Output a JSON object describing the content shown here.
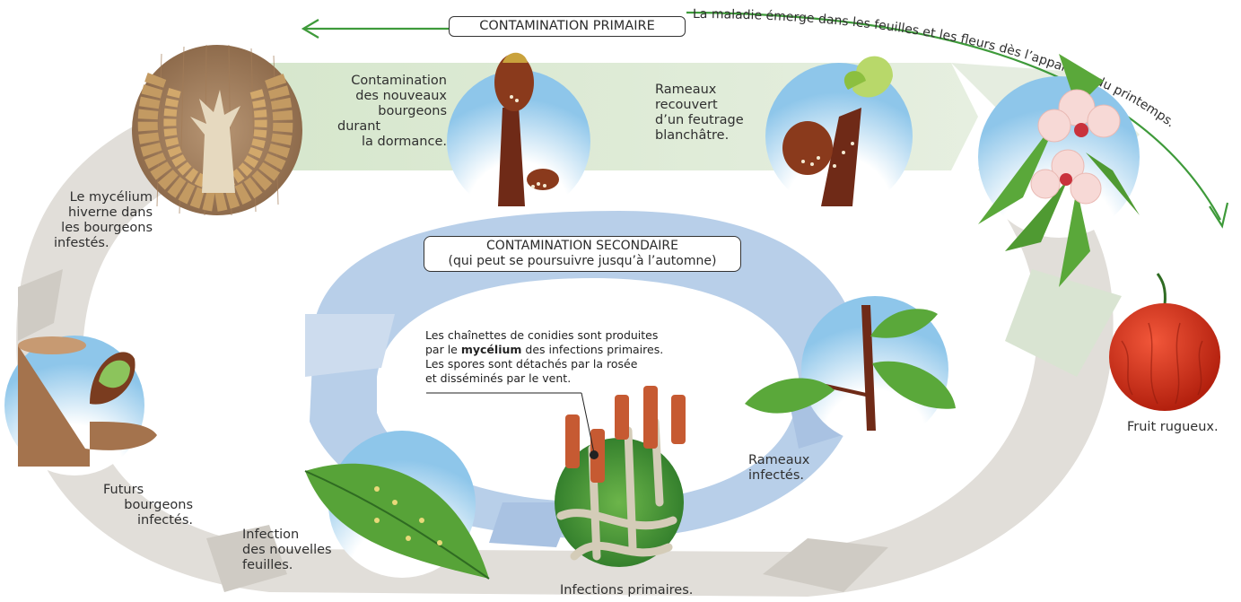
{
  "headers": {
    "primary": "CONTAMINATION PRIMAIRE",
    "secondary_title": "CONTAMINATION SECONDAIRE",
    "secondary_subtitle": "(qui peut se poursuivre jusqu’à l’automne)"
  },
  "arc_caption": "La maladie émerge dans les feuilles et les fleurs dès l’apparition du printemps.",
  "labels": {
    "mycelium": [
      "Le mycélium",
      "hiverne dans",
      "les bourgeons",
      "infestés."
    ],
    "contamination_buds": [
      "Contamination",
      "des nouveaux",
      "bourgeons",
      "durant",
      "la dormance."
    ],
    "twigs_felt": [
      "Rameaux",
      "recouvert",
      "d’un feutrage",
      "blanchâtre."
    ],
    "future_buds": [
      "Futurs",
      "bourgeons",
      "infectés."
    ],
    "new_leaves": [
      "Infection",
      "des nouvelles",
      "feuilles."
    ],
    "primary_infections": "Infections primaires.",
    "infected_twigs": [
      "Rameaux",
      "infectés."
    ],
    "rough_fruit": "Fruit rugueux."
  },
  "note": {
    "line1": "Les chaînettes de conidies sont produites",
    "line2_pre": "par le ",
    "line2_bold": "mycélium",
    "line2_post": " des infections primaires.",
    "line3": "Les spores sont détachés par la rosée",
    "line4": "et disséminés par le vent."
  },
  "colors": {
    "outer_ring": "#dedbd6",
    "primary_band": "#dfead6",
    "secondary_band": "#b9d0ea",
    "green_arrow": "#3e9a3a",
    "bud_brown": "#7a2e1a",
    "leaf_green": "#5aa83a",
    "apple_red": "#d8331c"
  },
  "icons": [
    "bud-cross-section-icon",
    "dormant-bud-icon",
    "opening-bud-icon",
    "apple-blossom-icon",
    "apple-fruit-icon",
    "infected-twig-icon",
    "conidia-mycelium-icon",
    "infected-leaf-icon",
    "cut-branch-bud-icon"
  ]
}
